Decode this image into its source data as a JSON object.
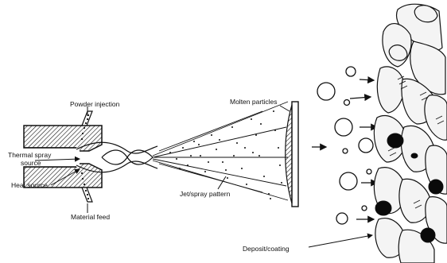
{
  "labels": {
    "powder_injection": "Powder injection",
    "thermal_spray_source_line1": "Thermal spray",
    "thermal_spray_source_line2": "source",
    "heat_source": "Heat source",
    "material_feed": "Material feed",
    "molten_particles": "Molten particles",
    "jet_spray_pattern": "Jet/spray pattern",
    "deposit_coating": "Deposit/coating"
  },
  "colors": {
    "ink": "#111111",
    "background": "#ffffff",
    "splat_fill": "#f4f4f4",
    "dark_splat": "#0a0a0a"
  }
}
